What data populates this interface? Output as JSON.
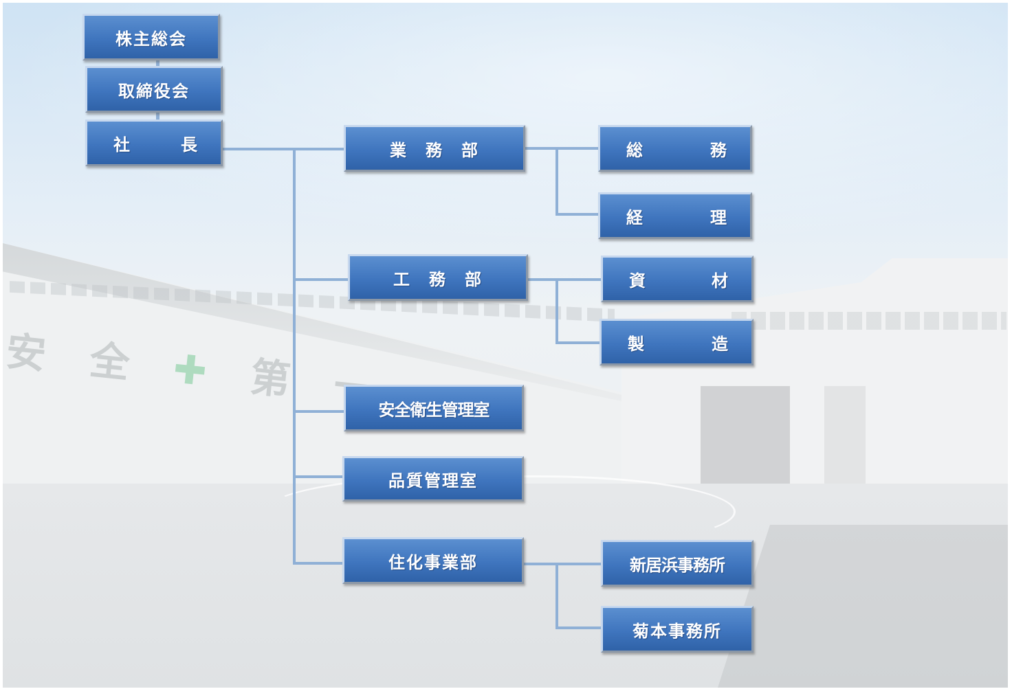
{
  "background": {
    "slogan_left": "安 全",
    "slogan_cross": "✚",
    "slogan_right": "第 一"
  },
  "org": {
    "shareholders_meeting": "株主総会",
    "board_of_directors": "取締役会",
    "president": {
      "left": "社",
      "right": "長"
    },
    "departments": {
      "business": "業　務　部",
      "engineering": "工　務　部",
      "safety_health": "安全衛生管理室",
      "quality_control": "品質管理室",
      "sumika_business": "住化事業部"
    },
    "sections": {
      "general_affairs": {
        "left": "総",
        "right": "務"
      },
      "accounting": {
        "left": "経",
        "right": "理"
      },
      "materials": {
        "left": "資",
        "right": "材"
      },
      "manufacturing": {
        "left": "製",
        "right": "造"
      },
      "niihama_office": "新居浜事務所",
      "kikumoto_office": "菊本事務所"
    }
  },
  "colors": {
    "box_fill": "#3f75be",
    "connector": "#8fb0d6",
    "text": "#ffffff"
  }
}
